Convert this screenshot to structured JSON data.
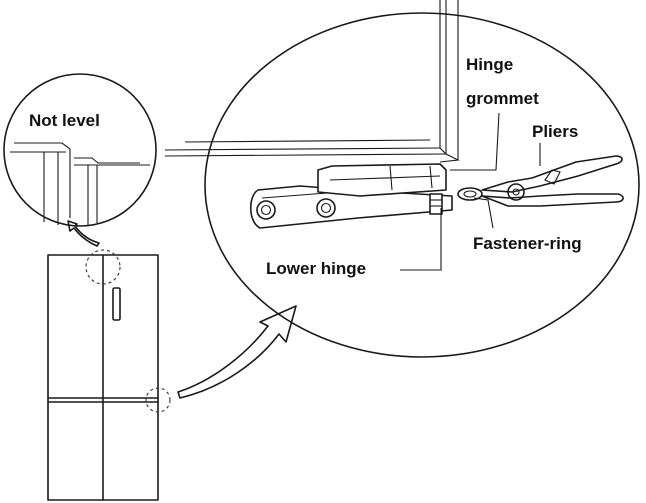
{
  "labels": {
    "not_level": "Not level",
    "hinge_grommet_line1": "Hinge",
    "hinge_grommet_line2": "grommet",
    "pliers": "Pliers",
    "fastener_ring": "Fastener-ring",
    "lower_hinge": "Lower hinge"
  },
  "colors": {
    "line": "#1a1a1a",
    "background": "#ffffff"
  }
}
